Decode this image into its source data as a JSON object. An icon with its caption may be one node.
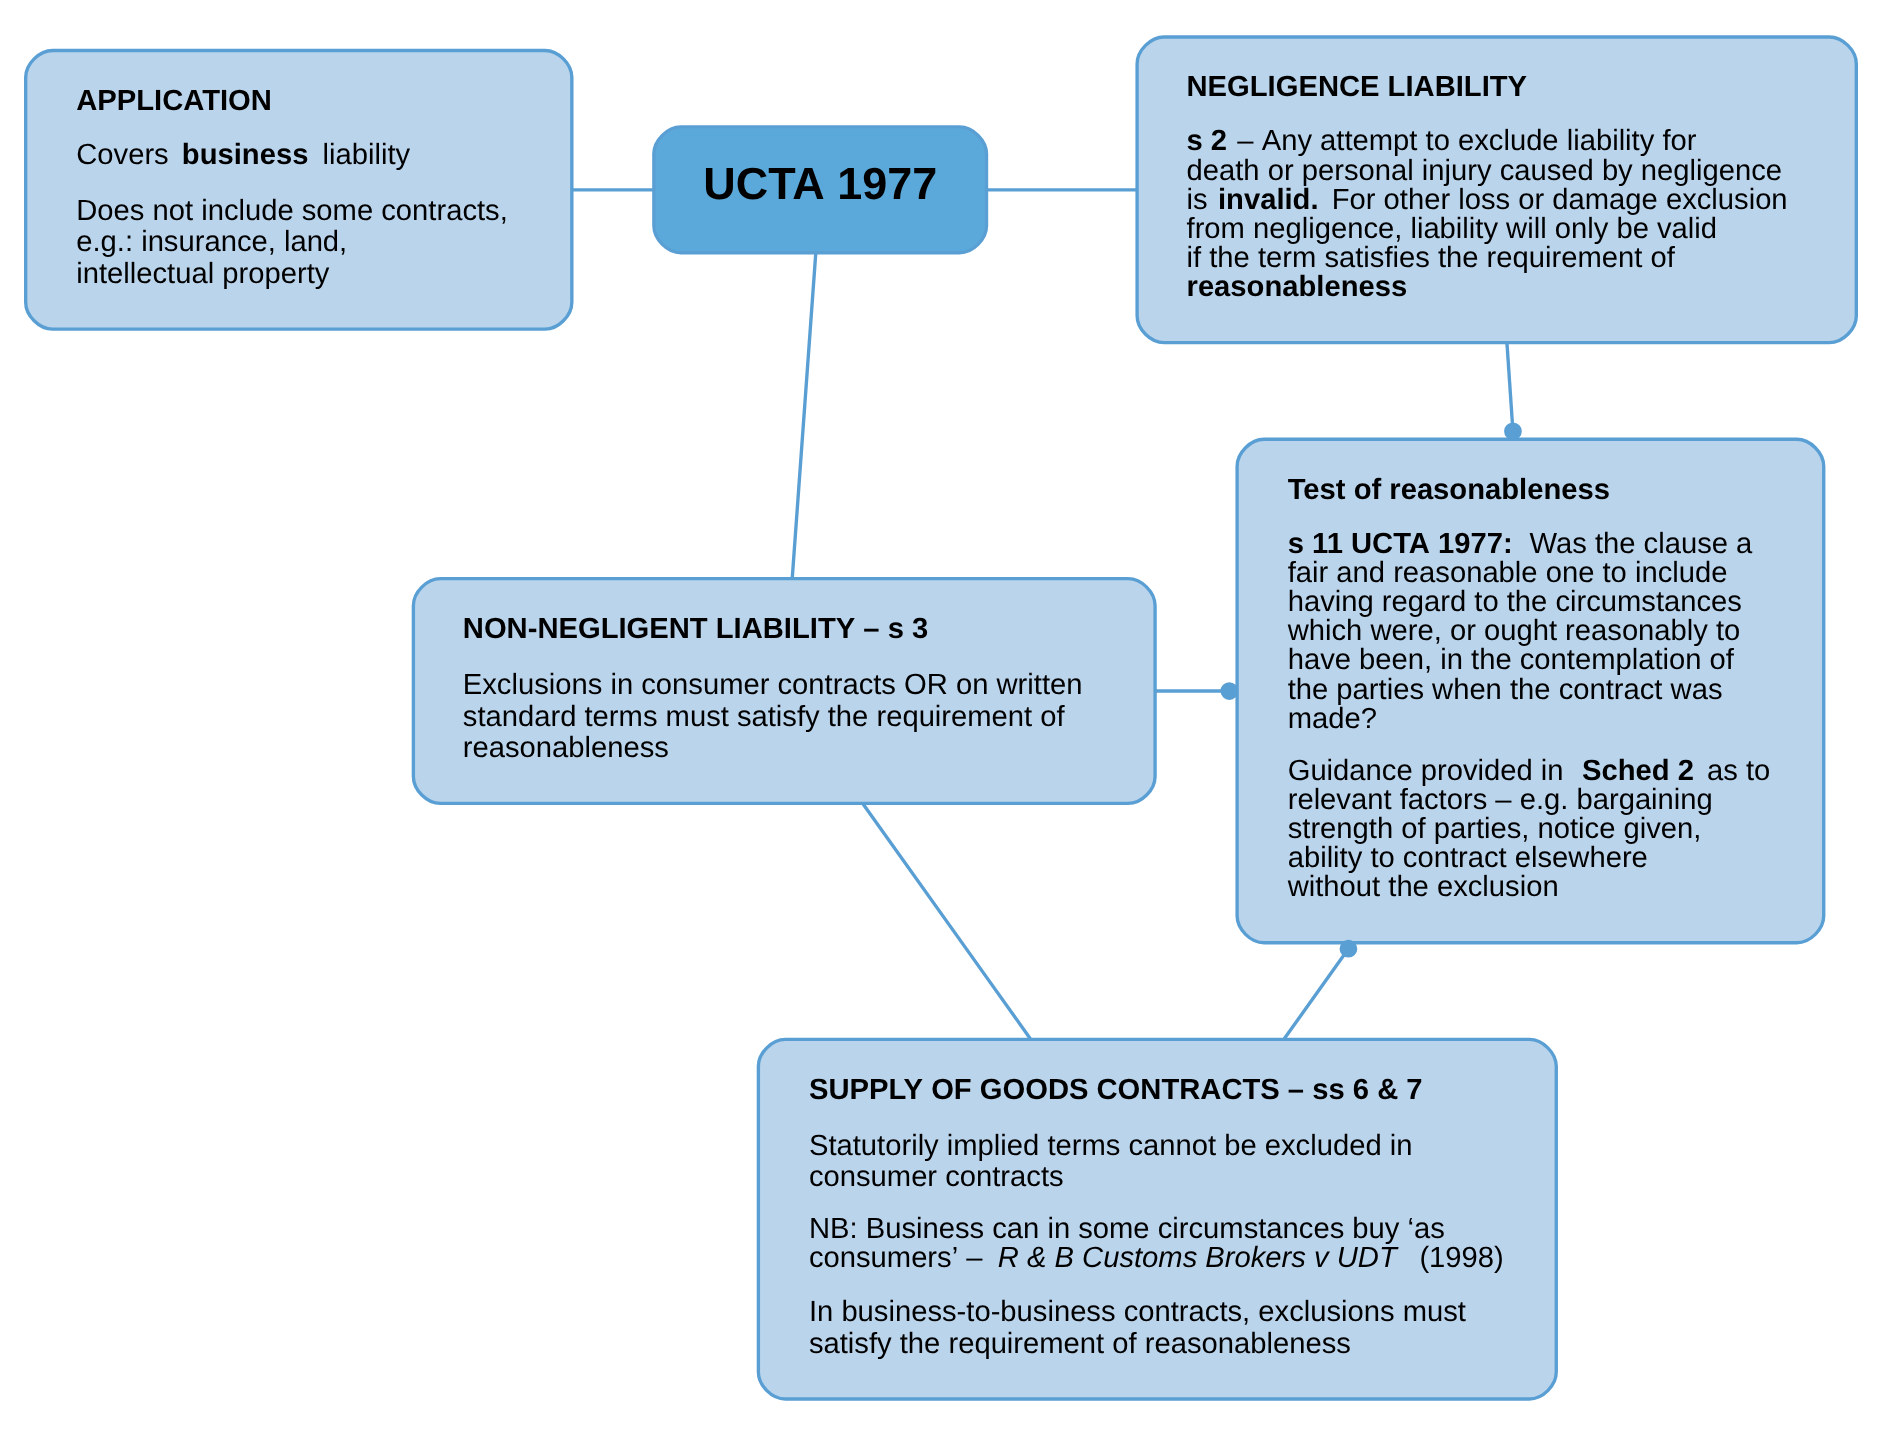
{
  "diagram": {
    "nodes": [
      {
        "text": [
          "APPLICATION",
          "Covers **business** liability",
          "Does not include some contracts, e.g.: insurance, land, intellectual property"
        ]
      },
      {
        "text": [
          "UCTA 1977"
        ]
      },
      {
        "text": [
          "NEGLIGENCE LIABILITY",
          "**s 2** – Any attempt to exclude liability for death or personal injury caused by negligence is **invalid.** For other loss or damage exclusion from negligence, liability will only be valid if the term satisfies the requirement of **reasonableness**"
        ]
      },
      {
        "text": [
          "NON-NEGLIGENT LIABILITY – s 3",
          "Exclusions in consumer contracts OR on written standard terms must satisfy the requirement of reasonableness"
        ]
      },
      {
        "text": [
          "Test of reasonableness",
          "**s 11 UCTA 1977:** Was the clause a fair and reasonable one to include having regard to the circumstances which were, or ought reasonably to have been, in the contemplation of the parties when the contract was made?",
          "Guidance provided in **Sched 2** as to relevant factors – e.g. bargaining strength of parties, notice given, ability to contract elsewhere without the exclusion"
        ]
      },
      {
        "text": [
          "SUPPLY OF GOODS CONTRACTS – ss 6 & 7",
          "Statutorily implied terms cannot be excluded in consumer contracts",
          "NB: Business can in some circumstances buy ‘as consumers’ – *R & B Customs Brokers v UDT* (1998)",
          "In business-to-business contracts, exclusions must satisfy the requirement of reasonableness"
        ]
      }
    ],
    "edges": [
      {
        "from": 1,
        "to": 0,
        "arrow": "none"
      },
      {
        "from": 1,
        "to": 2,
        "arrow": "none"
      },
      {
        "from": 1,
        "to": 3,
        "arrow": "none"
      },
      {
        "from": 2,
        "to": 4,
        "arrow": "other"
      },
      {
        "from": 3,
        "to": 4,
        "arrow": "other"
      },
      {
        "from": 3,
        "to": 5,
        "arrow": "none"
      },
      {
        "from": 5,
        "to": 4,
        "arrow": "other"
      }
    ]
  }
}
